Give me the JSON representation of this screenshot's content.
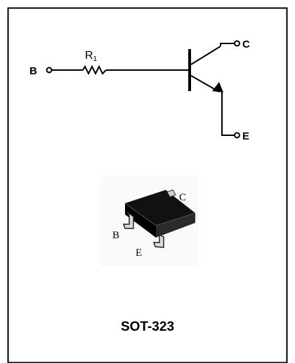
{
  "schematic": {
    "pins": {
      "base": "B",
      "collector": "C",
      "emitter": "E"
    },
    "resistor": {
      "name": "R",
      "subscript": "1"
    }
  },
  "package": {
    "name": "SOT-323",
    "pin_labels": {
      "collector": "C",
      "base": "B",
      "emitter": "E"
    }
  },
  "colors": {
    "line": "#000000",
    "border": "#000000",
    "background": "#ffffff"
  }
}
